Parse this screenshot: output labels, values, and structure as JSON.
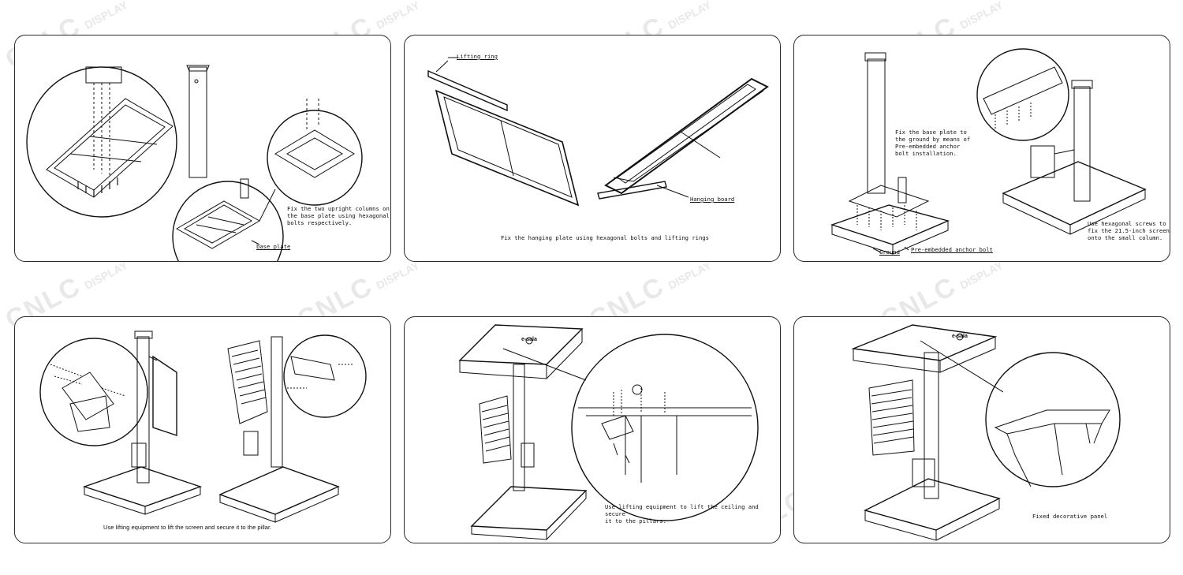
{
  "watermark": {
    "brand": "CNLC",
    "text": "DISPLAY"
  },
  "panels": {
    "p1": {
      "caption": "Fix the two upright columns on\nthe base plate using hexagonal\nbolts respectively.",
      "label_base": "base plate"
    },
    "p2": {
      "label_ring": "Lifting ring",
      "label_board": "Hanging board",
      "caption": "Fix the hanging plate using hexagonal bolts and lifting rings"
    },
    "p3": {
      "caption1": "Fix the base plate to\nthe ground by means of\nPre-embedded anchor\nbolt installation.",
      "label_ground": "Ground",
      "label_anchor": "Pre-embedded anchor bolt",
      "caption2": "Use hexagonal screws to\nfix the 21.5-inch screen\nonto the small column."
    },
    "p4": {
      "caption": "Use lifting equipment to lift the screen and secure it to the pillar."
    },
    "p5": {
      "logo": "e-sala",
      "caption": "Use lifting equipment to lift the ceiling and secure\nit to the pillars."
    },
    "p6": {
      "logo": "e-sala",
      "caption": "Fixed decorative panel"
    }
  }
}
